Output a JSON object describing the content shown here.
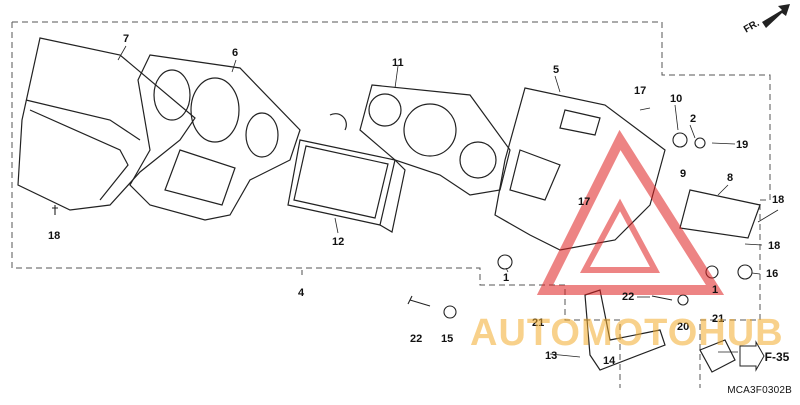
{
  "diagram": {
    "part_code": "MCA3F0302B",
    "direction_label": "FR.",
    "reference_label": "F-35",
    "callouts": [
      {
        "id": "c7",
        "text": "7"
      },
      {
        "id": "c6",
        "text": "6"
      },
      {
        "id": "c11",
        "text": "11"
      },
      {
        "id": "c5",
        "text": "5"
      },
      {
        "id": "c17a",
        "text": "17"
      },
      {
        "id": "c10",
        "text": "10"
      },
      {
        "id": "c2",
        "text": "2"
      },
      {
        "id": "c19",
        "text": "19"
      },
      {
        "id": "c18a",
        "text": "18"
      },
      {
        "id": "c12",
        "text": "12"
      },
      {
        "id": "c4",
        "text": "4"
      },
      {
        "id": "c9",
        "text": "9"
      },
      {
        "id": "c8",
        "text": "8"
      },
      {
        "id": "c18b",
        "text": "18"
      },
      {
        "id": "c18c",
        "text": "18"
      },
      {
        "id": "c17b",
        "text": "17"
      },
      {
        "id": "c16",
        "text": "16"
      },
      {
        "id": "c1a",
        "text": "1"
      },
      {
        "id": "c1b",
        "text": "1"
      },
      {
        "id": "c22a",
        "text": "22"
      },
      {
        "id": "c20",
        "text": "20"
      },
      {
        "id": "c22b",
        "text": "22"
      },
      {
        "id": "c15",
        "text": "15"
      },
      {
        "id": "c21a",
        "text": "21"
      },
      {
        "id": "c21b",
        "text": "21"
      },
      {
        "id": "c13",
        "text": "13"
      },
      {
        "id": "c14",
        "text": "14"
      }
    ]
  },
  "watermark": {
    "text": "AUTOMOTOHUB",
    "color": "#f3ac2c",
    "logo_color": "#e02020"
  },
  "colors": {
    "line": "#222222",
    "frame": "#555555"
  }
}
